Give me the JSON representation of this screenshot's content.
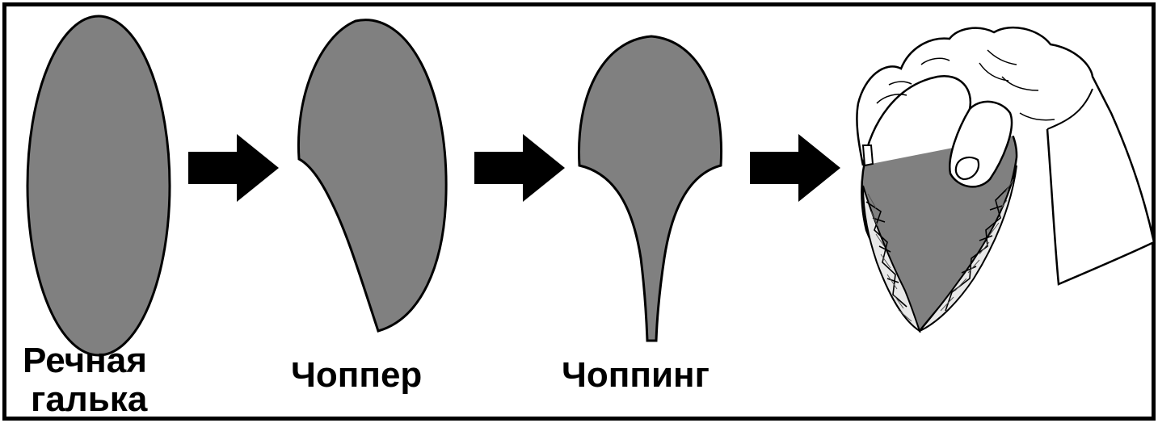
{
  "colors": {
    "stone": "#808080",
    "outline": "#000000",
    "background": "#ffffff"
  },
  "labels": {
    "pebble_line1": "Речная",
    "pebble_line2": "галька",
    "chopper": "Чоппер",
    "chopping": "Чоппинг"
  },
  "icons": [
    "arrow-right-icon",
    "arrow-right-icon",
    "arrow-right-icon",
    "hand-holding-tool-icon"
  ]
}
